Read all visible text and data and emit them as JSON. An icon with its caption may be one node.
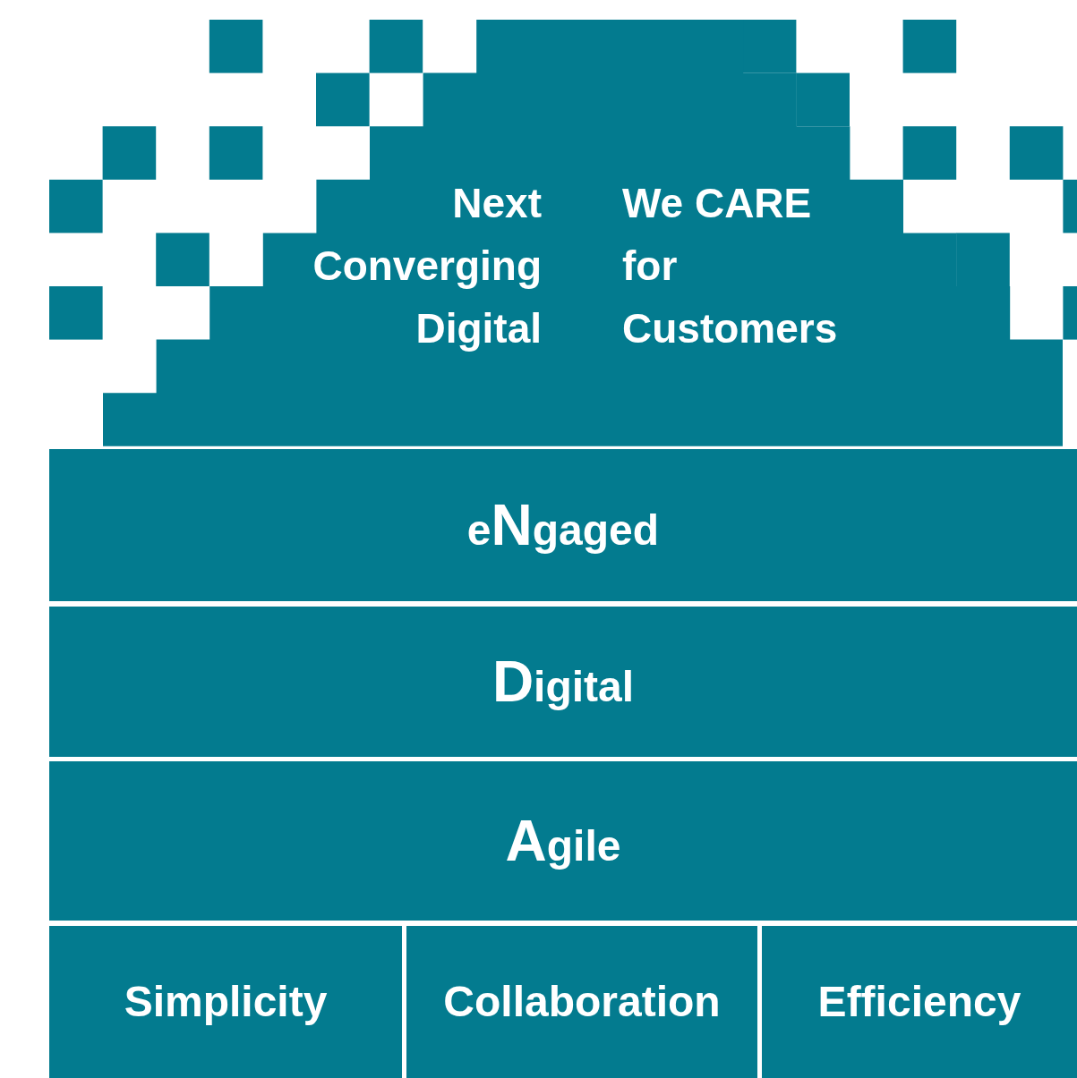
{
  "diagram": {
    "nodes": [
      {
        "text": [
          "Next Converging Digital",
          "We CARE for Customers"
        ]
      },
      {
        "text": [
          "eNgaged"
        ]
      },
      {
        "text": [
          "Digital"
        ]
      },
      {
        "text": [
          "Agile"
        ]
      },
      {
        "text": [
          "Simplicity"
        ]
      },
      {
        "text": [
          "Collaboration"
        ]
      },
      {
        "text": [
          "Efficiency"
        ]
      }
    ]
  }
}
